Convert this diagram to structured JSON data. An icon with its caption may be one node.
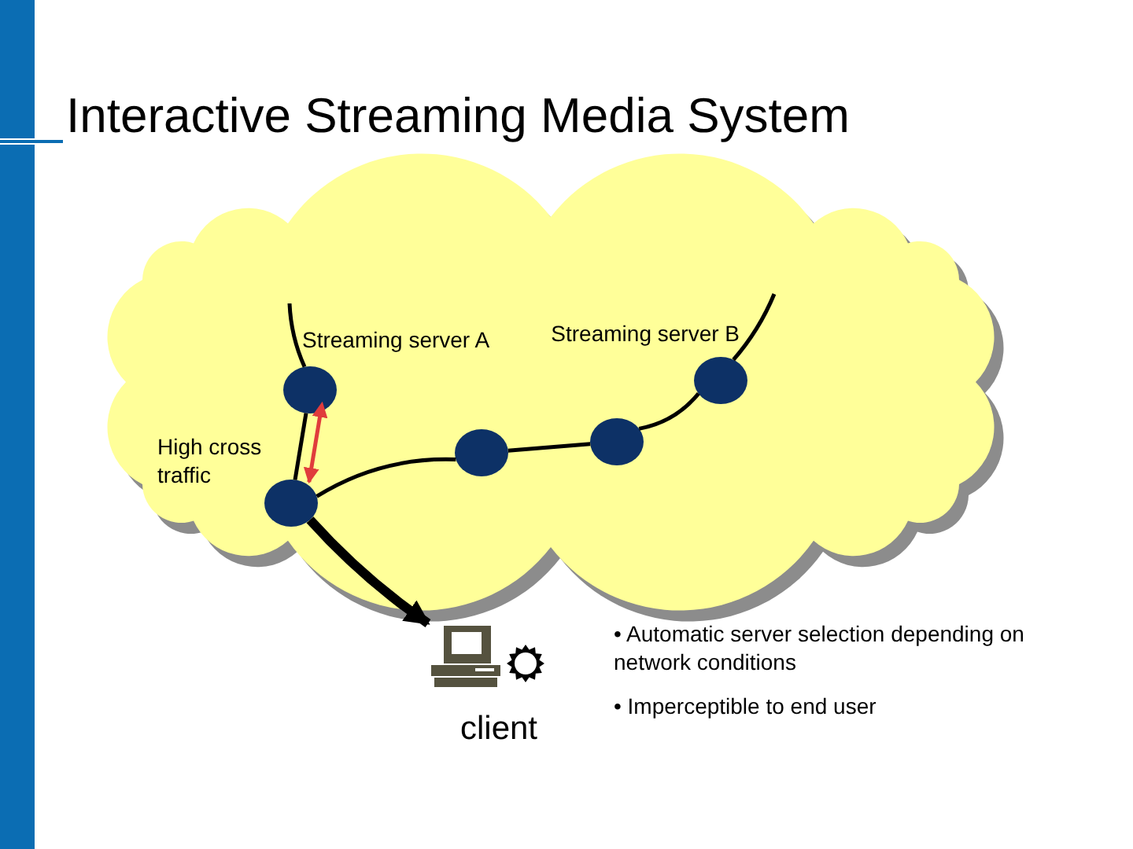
{
  "diagram": {
    "title": "Interactive Streaming Media System",
    "nodes": [
      {
        "text": [],
        "shape": "cloud"
      },
      {
        "text": [
          "Streaming server A"
        ],
        "in": 0
      },
      {
        "text": [
          "Streaming server B"
        ],
        "in": 0
      },
      {
        "text": [],
        "shape": "circle",
        "in": 0
      },
      {
        "text": [],
        "shape": "circle",
        "in": 0
      },
      {
        "text": [],
        "shape": "circle",
        "in": 0
      },
      {
        "text": [],
        "shape": "circle",
        "in": 0
      },
      {
        "text": [],
        "shape": "circle",
        "in": 0
      },
      {
        "text": [
          "client"
        ]
      }
    ],
    "edges": [
      {
        "from": 1,
        "to": 3,
        "arrow": "none"
      },
      {
        "from": 3,
        "to": 4,
        "arrow": "none"
      },
      {
        "from": 4,
        "to": 5,
        "arrow": "none"
      },
      {
        "from": 5,
        "to": 6,
        "arrow": "none"
      },
      {
        "from": 6,
        "to": 7,
        "arrow": "none"
      },
      {
        "from": 7,
        "to": 2,
        "arrow": "none"
      },
      {
        "from": 3,
        "to": 4,
        "arrow": "both",
        "color": "#e03c3c"
      },
      {
        "from": 4,
        "to": 8,
        "arrow": "to",
        "style": "thick"
      }
    ],
    "labels": [
      "High cross traffic",
      "• Automatic server selection depending on network conditions",
      "• Imperceptible to end user"
    ]
  }
}
